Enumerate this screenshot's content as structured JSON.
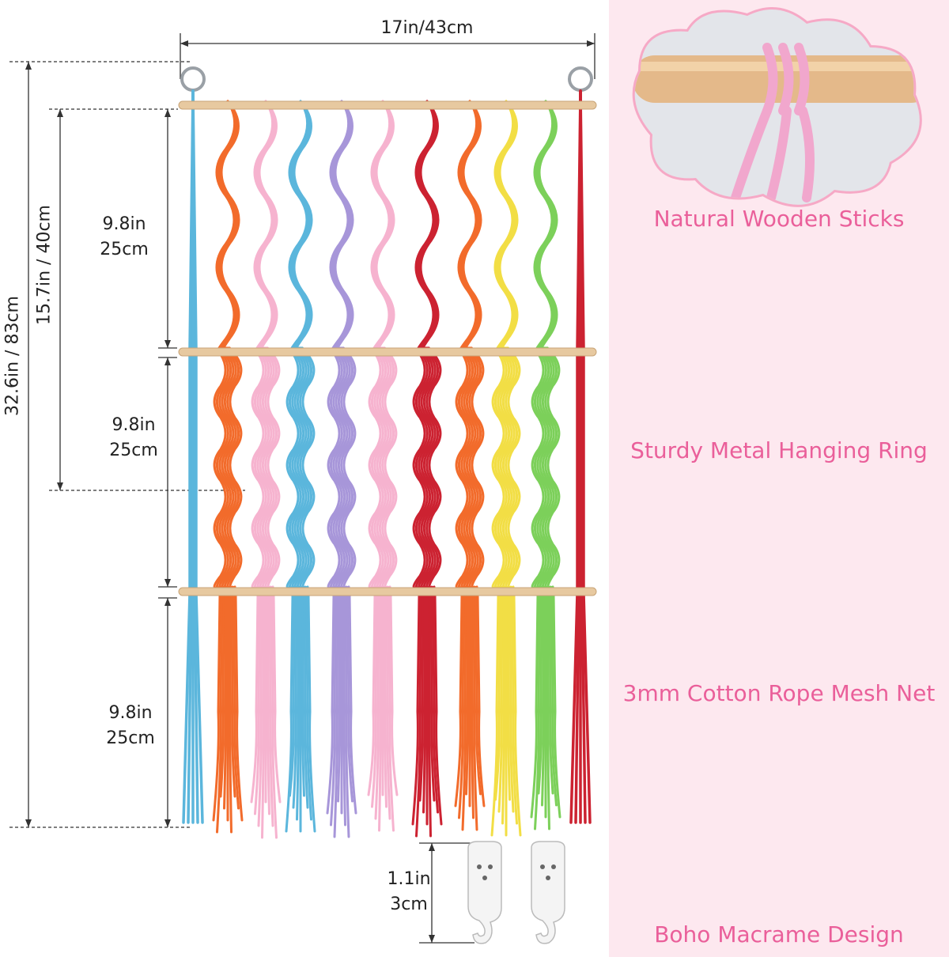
{
  "dimensions": {
    "width_label": "17in/43cm",
    "total_height_label": "32.6in / 83cm",
    "pocket_span_label": "15.7in / 40cm",
    "section_labels": [
      {
        "inches": "9.8in",
        "cm": "25cm"
      },
      {
        "inches": "9.8in",
        "cm": "25cm"
      },
      {
        "inches": "9.8in",
        "cm": "25cm"
      }
    ],
    "hook_label": {
      "inches": "1.1in",
      "cm": "3cm"
    }
  },
  "features": [
    {
      "caption": "Natural Wooden Sticks",
      "icon": "wooden-stick-closeup"
    },
    {
      "caption": "Sturdy Metal Hanging Ring",
      "icon": "metal-ring-closeup"
    },
    {
      "caption": "3mm Cotton Rope Mesh Net",
      "icon": "mesh-net-closeup"
    },
    {
      "caption": "Boho Macrame Design",
      "icon": "macrame-fringe-closeup"
    }
  ],
  "colors": {
    "accent_pink": "#ea5f9a",
    "panel_background": "#fde8ef",
    "rope_colors": [
      "#5bb6dc",
      "#f26b2b",
      "#f6b3cf",
      "#5bb6dc",
      "#a796d9",
      "#f6b3cf",
      "#cc2231",
      "#f26b2b",
      "#f2de45",
      "#7cd05a",
      "#cc2231"
    ]
  }
}
